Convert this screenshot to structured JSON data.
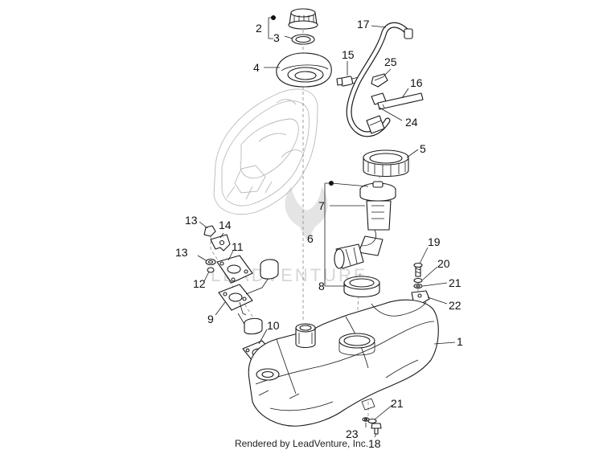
{
  "footer": {
    "text": "Rendered by LeadVenture, Inc."
  },
  "watermark": {
    "text": "LEADVENTURE"
  },
  "colors": {
    "line": "#1a1a1a",
    "ghost": "#b9b9b9",
    "background": "#ffffff"
  },
  "callouts": [
    {
      "id": "1",
      "label": "1"
    },
    {
      "id": "2",
      "label": "2"
    },
    {
      "id": "3",
      "label": "3"
    },
    {
      "id": "4",
      "label": "4"
    },
    {
      "id": "5",
      "label": "5"
    },
    {
      "id": "6",
      "label": "6"
    },
    {
      "id": "7",
      "label": "7"
    },
    {
      "id": "8",
      "label": "8"
    },
    {
      "id": "9",
      "label": "9"
    },
    {
      "id": "10",
      "label": "10"
    },
    {
      "id": "11",
      "label": "11"
    },
    {
      "id": "12",
      "label": "12"
    },
    {
      "id": "13a",
      "label": "13"
    },
    {
      "id": "13b",
      "label": "13"
    },
    {
      "id": "14",
      "label": "14"
    },
    {
      "id": "15",
      "label": "15"
    },
    {
      "id": "16",
      "label": "16"
    },
    {
      "id": "17",
      "label": "17"
    },
    {
      "id": "18",
      "label": "18"
    },
    {
      "id": "19",
      "label": "19"
    },
    {
      "id": "20",
      "label": "20"
    },
    {
      "id": "21a",
      "label": "21"
    },
    {
      "id": "21b",
      "label": "21"
    },
    {
      "id": "22",
      "label": "22"
    },
    {
      "id": "23",
      "label": "23"
    },
    {
      "id": "24",
      "label": "24"
    },
    {
      "id": "25",
      "label": "25"
    }
  ]
}
